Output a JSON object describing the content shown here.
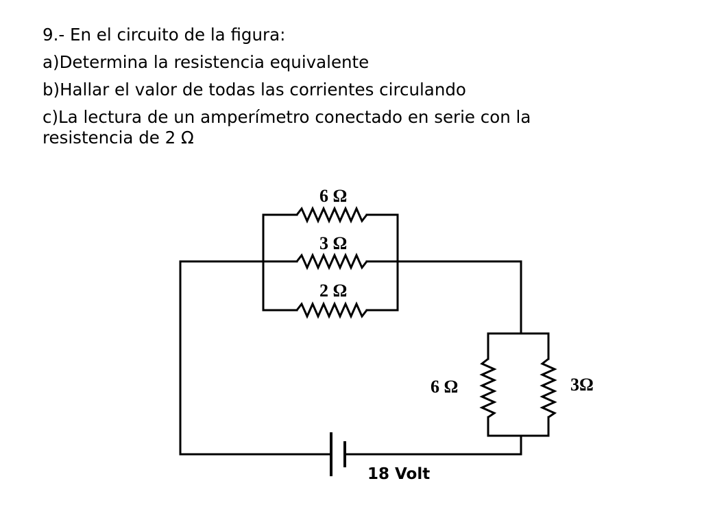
{
  "problem": {
    "title": "9.- En el circuito de la figura:",
    "part_a": "a)Determina la resistencia equivalente",
    "part_b": "b)Hallar el valor de todas las corrientes circulando",
    "part_c": "c)La lectura de un amperímetro conectado en serie con la resistencia de 2 Ω"
  },
  "circuit": {
    "top_group": {
      "r1_label": "6 Ω",
      "r2_label": "3 Ω",
      "r3_label": "2 Ω"
    },
    "right_group": {
      "r4_label": "6 Ω",
      "r5_label": "3Ω"
    },
    "battery_label": "18 Volt"
  }
}
